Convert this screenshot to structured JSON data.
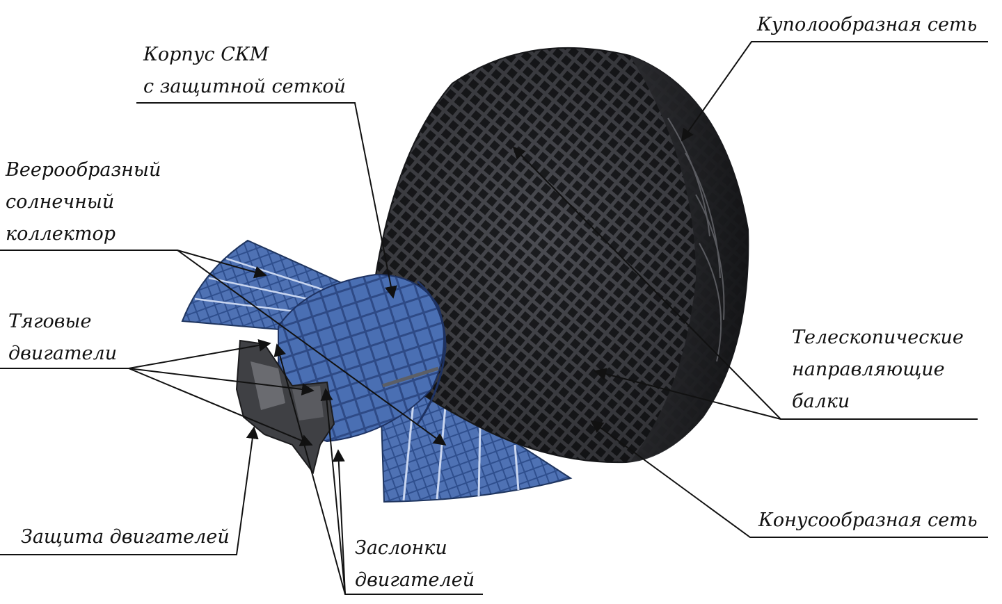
{
  "diagram": {
    "labels": {
      "dome_net": "Куполообразная сеть",
      "hull": [
        "Корпус СКМ",
        "с защитной сеткой"
      ],
      "fan_collector": [
        "Веерообразный",
        "солнечный",
        "коллектор"
      ],
      "thrusters": [
        "Тяговые",
        "двигатели"
      ],
      "telescopic": [
        "Телескопические",
        "направляющие",
        " балки"
      ],
      "cone_net": "Конусообразная сеть",
      "engine_guard": "Защита двигателей",
      "engine_shutters": [
        "Заслонки",
        "двигателей"
      ]
    },
    "colors": {
      "net_dark": "#2c2d31",
      "net_light": "#6f7076",
      "solar_blue": "#3d5f9e",
      "solar_light": "#7f9fd6",
      "engine_gray": "#3f4044",
      "leader_line": "#111111"
    }
  }
}
